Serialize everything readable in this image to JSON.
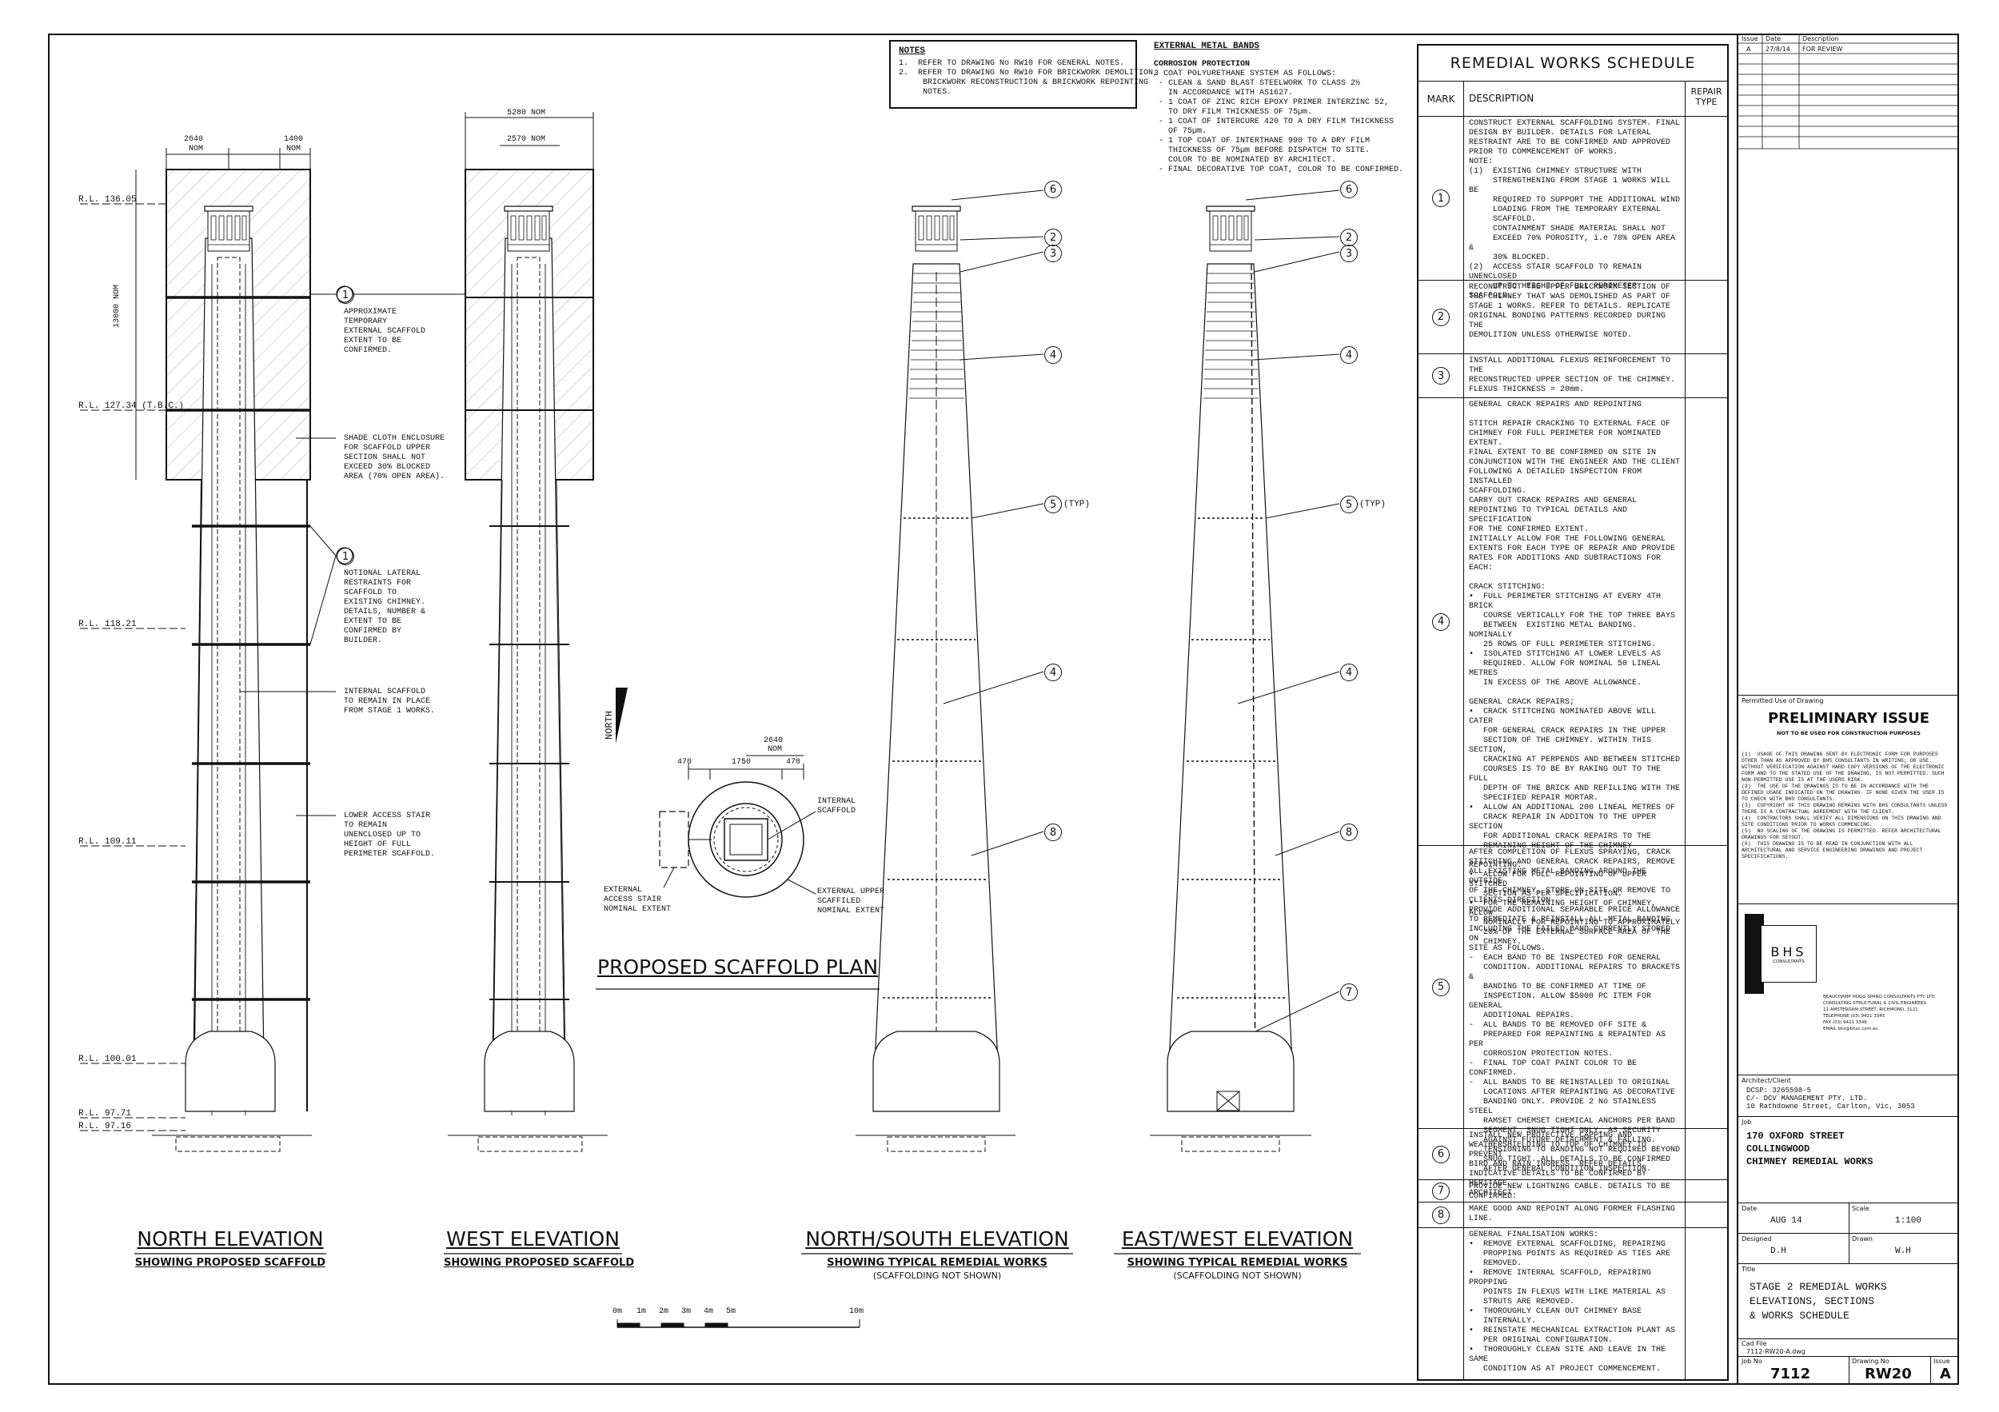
{
  "notes": {
    "title": "NOTES",
    "items": [
      "1.  REFER TO DRAWING No RW10 FOR GENERAL NOTES.",
      "2.  REFER TO DRAWING No RW10 FOR BRICKWORK DEMOLITION,\n     BRICKWORK RECONSTRUCTION & BRICKWORK REPOINTING\n     NOTES."
    ]
  },
  "metal_bands": {
    "title": "EXTERNAL METAL BANDS",
    "subtitle": "CORROSION PROTECTION",
    "text": "3 COAT POLYURETHANE SYSTEM AS FOLLOWS:\n - CLEAN & SAND BLAST STEELWORK TO CLASS 2½\n   IN ACCORDANCE WITH AS1627.\n - 1 COAT OF ZINC RICH EPOXY PRIMER INTERZINC 52,\n   TO DRY FILM THICKNESS OF 75µm.\n - 1 COAT OF INTERCURE 420 TO A DRY FILM THICKNESS\n   OF 75µm.\n - 1 TOP COAT OF INTERTHANE 990 TO A DRY FILM\n   THICKNESS OF 75µm BEFORE DISPATCH TO SITE.\n   COLOR TO BE NOMINATED BY ARCHITECT.\n - FINAL DECORATIVE TOP COAT, COLOR TO BE CONFIRMED."
  },
  "levels": [
    "R.L. 136.05",
    "R.L. 127.34 (T.B.C.)",
    "R.L. 118.21",
    "R.L. 109.11",
    "R.L. 100.01",
    "R.L. 97.71",
    "R.L. 97.16"
  ],
  "dims": {
    "n_left": "2640",
    "n_left_sub": "NOM",
    "n_right": "1400",
    "n_right_sub": "NOM",
    "height": "13000 NOM",
    "w_top": "5280 NOM",
    "w_inner": "2570 NOM",
    "plan_top": "2640",
    "plan_top_sub": "NOM",
    "plan_a": "470",
    "plan_b": "1750",
    "plan_c": "470"
  },
  "annotations": {
    "scaffold": "APPROXIMATE\nTEMPORARY\nEXTERNAL SCAFFOLD\nEXTENT TO BE\nCONFIRMED.",
    "shade": "SHADE CLOTH ENCLOSURE\nFOR SCAFFOLD UPPER\nSECTION SHALL NOT\nEXCEED 30% BLOCKED\nAREA (70% OPEN AREA).",
    "lateral": "NOTIONAL LATERAL\nRESTRAINTS FOR\nSCAFFOLD TO\nEXISTING CHIMNEY.\nDETAILS, NUMBER &\nEXTENT TO BE\nCONFIRMED BY\nBUILDER.",
    "internal": "INTERNAL SCAFFOLD\nTO REMAIN IN PLACE\nFROM STAGE 1 WORKS.",
    "stair": "LOWER ACCESS STAIR\nTO REMAIN\nUNENCLOSED UP TO\nHEIGHT OF FULL\nPERIMETER SCAFFOLD.",
    "plan_internal": "INTERNAL\nSCAFFOLD",
    "plan_stair": "EXTERNAL\nACCESS STAIR\nNOMINAL EXTENT",
    "plan_upper": "EXTERNAL UPPER\nSCAFFILED\nNOMINAL EXTENT",
    "typ": "(TYP)",
    "north": "NORTH"
  },
  "views": {
    "north": {
      "title": "NORTH ELEVATION",
      "sub": "SHOWING PROPOSED SCAFFOLD"
    },
    "west": {
      "title": "WEST ELEVATION",
      "sub": "SHOWING PROPOSED SCAFFOLD"
    },
    "plan": {
      "title": "PROPOSED SCAFFOLD PLAN"
    },
    "ns": {
      "title": "NORTH/SOUTH ELEVATION",
      "sub": "SHOWING TYPICAL REMEDIAL WORKS",
      "sub2": "(SCAFFOLDING NOT SHOWN)"
    },
    "ew": {
      "title": "EAST/WEST ELEVATION",
      "sub": "SHOWING TYPICAL REMEDIAL WORKS",
      "sub2": "(SCAFFOLDING NOT SHOWN)"
    }
  },
  "scale_bar": {
    "labels": [
      "0m",
      "1m",
      "2m",
      "3m",
      "4m",
      "5m",
      "10m"
    ]
  },
  "schedule": {
    "title": "REMEDIAL WORKS SCHEDULE",
    "col_mark": "MARK",
    "col_desc": "DESCRIPTION",
    "col_type": "REPAIR\nTYPE",
    "rows": [
      {
        "mark": "1",
        "text": "CONSTRUCT EXTERNAL SCAFFOLDING SYSTEM. FINAL\nDESIGN BY BUILDER. DETAILS FOR LATERAL\nRESTRAINT ARE TO BE CONFIRMED AND APPROVED\nPRIOR TO COMMENCEMENT OF WORKS.\nNOTE:\n(1)  EXISTING CHIMNEY STRUCTURE WITH\n     STRENGTHENING FROM STAGE 1 WORKS WILL BE\n     REQUIRED TO SUPPORT THE ADDITIONAL WIND\n     LOADING FROM THE TEMPORARY EXTERNAL\n     SCAFFOLD.\n     CONTAINMENT SHADE MATERIAL SHALL NOT\n     EXCEED 70% POROSITY, i.e 70% OPEN AREA &\n     30% BLOCKED.\n(2)  ACCESS STAIR SCAFFOLD TO REMAIN UNENCLOSED\n     UP TO HEIGHT OF FULL PERIMETER SCAFFOLD."
      },
      {
        "mark": "2",
        "text": "RECONSTRUCT THE UPPER BRICKWORK SECTION OF\nTHE CHIMNEY THAT WAS DEMOLISHED AS PART OF\nSTAGE 1 WORKS. REFER TO DETAILS. REPLICATE\nORIGINAL BONDING PATTERNS RECORDED DURING THE\nDEMOLITION UNLESS OTHERWISE NOTED."
      },
      {
        "mark": "3",
        "text": "INSTALL ADDITIONAL FLEXUS REINFORCEMENT TO THE\nRECONSTRUCTED UPPER SECTION OF THE CHIMNEY.\nFLEXUS THICKNESS = 20mm."
      },
      {
        "mark": "4",
        "text": "GENERAL CRACK REPAIRS AND REPOINTING\n\nSTITCH REPAIR CRACKING TO EXTERNAL FACE OF\nCHIMNEY FOR FULL PERIMETER FOR NOMINATED\nEXTENT.\nFINAL EXTENT TO BE CONFIRMED ON SITE IN\nCONJUNCTION WITH THE ENGINEER AND THE CLIENT\nFOLLOWING A DETAILED INSPECTION FROM INSTALLED\nSCAFFOLDING.\nCARRY OUT CRACK REPAIRS AND GENERAL\nREPOINTING TO TYPICAL DETAILS AND SPECIFICATION\nFOR THE CONFIRMED EXTENT.\nINITIALLY ALLOW FOR THE FOLLOWING GENERAL\nEXTENTS FOR EACH TYPE OF REPAIR AND PROVIDE\nRATES FOR ADDITIONS AND SUBTRACTIONS FOR EACH:\n\nCRACK STITCHING:\n•  FULL PERIMETER STITCHING AT EVERY 4TH BRICK\n   COURSE VERTICALLY FOR THE TOP THREE BAYS\n   BETWEEN  EXISTING METAL BANDING. NOMINALLY\n   25 ROWS OF FULL PERIMETER STITCHING.\n•  ISOLATED STITCHING AT LOWER LEVELS AS\n   REQUIRED. ALLOW FOR NOMINAL 50 LINEAL METRES\n   IN EXCESS OF THE ABOVE ALLOWANCE.\n\nGENERAL CRACK REPAIRS;\n•  CRACK STITCHING NOMINATED ABOVE WILL CATER\n   FOR GENERAL CRACK REPAIRS IN THE UPPER\n   SECTION OF THE CHIMNEY. WITHIN THIS SECTION,\n   CRACKING AT PERPENDS AND BETWEEN STITCHED\n   COURSES IS TO BE BY RAKING OUT TO THE FULL\n   DEPTH OF THE BRICK AND REFILLING WITH THE\n   SPECIFIED REPAIR MORTAR.\n•  ALLOW AN ADDITIONAL 200 LINEAL METRES OF\n   CRACK REPAIR IN ADDITON TO THE UPPER SECTION\n   FOR ADDITIONAL CRACK REPAIRS TO THE\n   REMAINING HEIGHT OF THE CHIMNEY\n\nREPOINTING:\n•  ALLOW FOR FULL REPOINTING OF UPPER STITCHED\n   SECTION AS PER SPECIFICATION.\n•  FOR THE REMAINING HEIGHT OF CHIMNEY, ALLOW\n   NOMINALLY FOR REPOINTING TO APPROXIMATELY\n   20% OF THE EXTERNAL SURFACE AREA OF THE\n   CHIMNEY."
      },
      {
        "mark": "5",
        "text": "AFTER COMPLETION OF FLEXUS SPRAYING, CRACK\nSTITCHING AND GENERAL CRACK REPAIRS, REMOVE\nALL EXISTING METAL BANDING AROUND THE OUTSIDE\nOF THE CHIMNEY. STORE ON SITE OR REMOVE TO\nCLIENTS DIRECTION.\nPROVIDE ADDITIONAL SEPARABLE PRICE ALLOWANCE\nTO REMEDIATE & REINSTALL ALL METAL BANDING\nINCLUDING THE FAILED BAND CURRENTLY STORED ON\nSITE AS FOLLOWS.\n-  EACH BAND TO BE INSPECTED FOR GENERAL\n   CONDITION. ADDITIONAL REPAIRS TO BRACKETS &\n   BANDING TO BE CONFIRMED AT TIME OF\n   INSPECTION. ALLOW $5000 PC ITEM FOR GENERAL\n   ADDITIONAL REPAIRS.\n-  ALL BANDS TO BE REMOVED OFF SITE &\n   PREPARED FOR REPAINTING & REPAINTED AS PER\n   CORROSION PROTECTION NOTES.\n-  FINAL TOP COAT PAINT COLOR TO BE CONFIRMED.\n-  ALL BANDS TO BE REINSTALLED TO ORIGINAL\n   LOCATIONS AFTER REPAINTING AS DECORATIVE\n   BANDING ONLY. PROVIDE 2 No STAINLESS STEEL\n   RAMSET CHEMSET CHEMICAL ANCHORS PER BAND\n   SEGMENT, SNUG TIGHT ONLY, AS SECURITY\n   AGAINST FUTURE DETACHMENT & FALLING.\n   TENSIONING TO BANDING NOT REQUIRED BEYOND\n   SNUG TIGHT. ALL DETAILS TO BE CONFIRMED\n   AFTER GENERAL CONDITION INSPECTION."
      },
      {
        "mark": "6",
        "text": "INSTALL NEW PROTECTIVE CAPPING AND\nWEATHERSHIELDING TO TOP OF CHIMNEY TO PREVENT\nBIRD AND RAIN INGRESS. REFER DETAILS.\nINDICATIVE DETAILS TO BE CONFIRMED BY HERITAGE\nARCHITECT."
      },
      {
        "mark": "7",
        "text": "PROVIDE NEW LIGHTNING CABLE. DETAILS TO BE\nCONFIRMED."
      },
      {
        "mark": "8",
        "text": "MAKE GOOD AND REPOINT ALONG FORMER FLASHING\nLINE."
      },
      {
        "mark": "",
        "text": "GENERAL FINALISATION WORKS:\n•  REMOVE EXTERNAL SCAFFOLDING, REPAIRING\n   PROPPING POINTS AS REQUIRED AS TIES ARE\n   REMOVED.\n•  REMOVE INTERNAL SCAFFOLD, REPAIRING PROPPING\n   POINTS IN FLEXUS WITH LIKE MATERIAL AS\n   STRUTS ARE REMOVED.\n•  THOROUGHLY CLEAN OUT CHIMNEY BASE\n   INTERNALLY.\n•  REINSTATE MECHANICAL EXTRACTION PLANT AS\n   PER ORIGINAL CONFIGURATION.\n•  THOROUGHLY CLEAN SITE AND LEAVE IN THE SAME\n   CONDITION AS AT PROJECT COMMENCEMENT."
      }
    ]
  },
  "revisions": {
    "headers": [
      "Issue",
      "Date",
      "Description"
    ],
    "rows": [
      {
        "issue": "A",
        "date": "27/8/14",
        "desc": "FOR REVIEW"
      }
    ]
  },
  "title_block": {
    "permitted": "Permitted Use of Drawing",
    "status": "PRELIMINARY ISSUE",
    "status_sub": "NOT TO BE USED FOR CONSTRUCTION PURPOSES",
    "disclaimer": "(1)  USAGE OF THIS DRAWING SENT BY ELECTRONIC FORM FOR PURPOSES OTHER THAN AS APPROVED BY BHS CONSULTANTS IN WRITING; OR USE WITHOUT VERIFICATION AGAINST HARD COPY VERSIONS OF THE ELECTRONIC FORM AND TO THE STATED USE OF THE DRAWING, IS NOT PERMITTED. SUCH NON-PERMITTED USE IS AT THE USERS RISK.\n(2)  THE USE OF THE DRAWINGS IS TO BE IN ACCORDANCE WITH THE DEFINED USAGE INDICATED ON THE DRAWING. IF NONE GIVEN THE USER IS TO CHECK WITH BHS CONSULTANTS.\n(3)  COPYRIGHT OF THIS DRAWING REMAINS WITH BHS CONSULTANTS UNLESS THERE IS A CONTRACTUAL AGREEMENT WITH THE CLIENT.\n(4)  CONTRACTORS SHALL VERIFY ALL DIMENSIONS ON THIS DRAWING AND SITE CONDITIONS PRIOR TO WORKS COMMENCING.\n(5)  NO SCALING OF THE DRAWING IS PERMITTED. REFER ARCHITECTURAL DRAWINGS FOR SETOUT.\n(6)  THIS DRAWING IS TO BE READ IN CONJUNCTION WITH ALL ARCHITECTURAL AND SERVICE ENGINEERING DRAWINGS AND PROJECT SPECIFICATIONS.",
    "logo": "BHS",
    "logo_sub": "CONSULTANTS",
    "company": "BEAUCHAMP HOGG SPANO CONSULTANTS PTY. LTD.\nCONSULTING STRUCTURAL & CIVIL ENGINEERS\n11 AMSTERDAM STREET, RICHMOND, 3121\nTELEPHONE (03) 9421 3345\nFAX (03) 9421 3346\nEMAIL bhs@bhsc.com.au",
    "client_label": "Architect/Client",
    "client": "DCSP: 3265598-5\nC/- DCV MANAGEMENT PTY. LTD.\n10 Rathdowne Street, Carlton, Vic, 3053",
    "job_label": "Job",
    "job": "170 OXFORD STREET\nCOLLINGWOOD\nCHIMNEY REMEDIAL WORKS",
    "date_label": "Date",
    "date": "AUG 14",
    "scale_label": "Scale",
    "scale": "1:100",
    "designed_label": "Designed",
    "designed": "D.H",
    "drawn_label": "Drawn",
    "drawn": "W.H",
    "title_label": "Title",
    "title": "STAGE 2 REMEDIAL WORKS\nELEVATIONS, SECTIONS\n& WORKS SCHEDULE",
    "cad_label": "Cad File",
    "cad": "7112-RW20-A.dwg",
    "jobno_label": "Job No",
    "jobno": "7112",
    "drawno_label": "Drawing No",
    "drawno": "RW20",
    "issue_label": "Issue",
    "issue": "A"
  }
}
